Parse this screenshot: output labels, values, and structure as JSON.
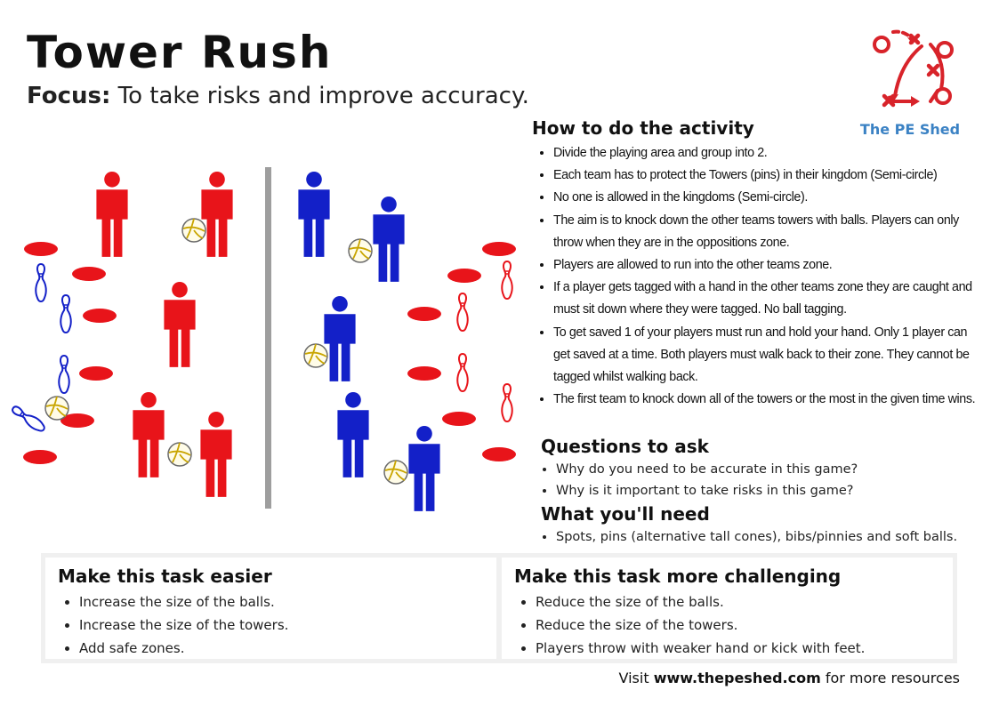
{
  "header": {
    "title": "Tower Rush",
    "focus_label": "Focus:",
    "focus_text": "To take risks and improve accuracy."
  },
  "logo": {
    "text": "The PE Shed",
    "icon": "tactics-board-icon",
    "color": "#d8232a"
  },
  "colors": {
    "team_red": "#e8141a",
    "team_blue": "#1320c8",
    "spot": "#e8141a",
    "divider": "#9e9e9e",
    "logo_text": "#3b82c4"
  },
  "howto": {
    "title": "How to do the activity",
    "steps": [
      "Divide the playing area and group into 2.",
      "Each team has to protect the Towers (pins) in their kingdom (Semi-circle)",
      "No one is allowed in the kingdoms (Semi-circle).",
      "The aim is to knock down the other teams towers with balls. Players can only throw when they are in the oppositions zone.",
      "Players are allowed to run into the other teams zone.",
      "If a player gets tagged with a hand in the other teams zone they are caught and must sit down where they were tagged. No ball tagging.",
      "To get saved 1 of your players must run and hold your hand. Only 1 player can get saved at a time. Both players must walk back to their zone. They cannot be tagged whilst walking back.",
      "The first team to knock down all of the towers or the most in the given time wins."
    ]
  },
  "questions": {
    "title": "Questions to ask",
    "items": [
      "Why do you need to be accurate in this game?",
      "Why is it important to take risks in this game?"
    ]
  },
  "needs": {
    "title": "What you'll need",
    "items": [
      "Spots, pins (alternative tall cones), bibs/pinnies and soft balls."
    ]
  },
  "easier": {
    "title": "Make this task easier",
    "items": [
      "Increase the size of the balls.",
      "Increase the size of the towers.",
      "Add safe zones."
    ]
  },
  "harder": {
    "title": "Make this task more challenging",
    "items": [
      "Reduce the size of the balls.",
      "Reduce the size of the towers.",
      "Players throw with weaker hand or kick with feet."
    ]
  },
  "footer": {
    "prefix": "Visit",
    "url": "www.thepeshed.com",
    "suffix": "for more resources"
  }
}
